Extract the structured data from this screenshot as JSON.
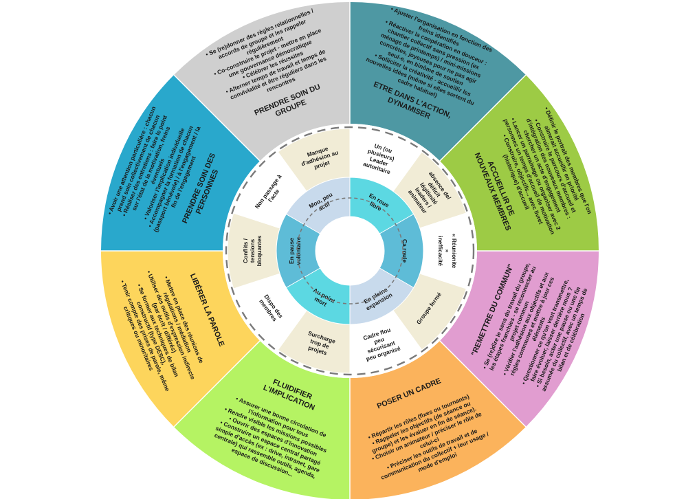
{
  "sectors": [
    {
      "title": "ETRE DANS L'ACTION, DYNAMISER",
      "color": "#4e98a3",
      "items": [
        "Ajuster l'organisation en fonction des freins identifiés",
        "Réactiver la coopération en douceur : chantier collectif sans pression (ex ménage de printemps) / mini-missions concrètes, joyeuses pour ne pas agir seul-e, en binôme de soutien",
        "Solliciter la créativité - accueillir les nouvelles idées (même si elles sortent du cadre habituel)"
      ]
    },
    {
      "title": "ACCUEILLIR DE NOUVEAUX MEMBRES",
      "color": "#9dcb45",
      "items": [
        "Définir le portrait des membres que l'on aimerait accueillir en priorité",
        "Construire le parcours d'accueil et d'intégration des nouveaux membres : chercher un acte d'engagement",
        "Lancer un parrainage ou organiser avec 2 personnes un temps d'accueil de motivation",
        "Construire, objectifs... avec livret (historique) d'accueil"
      ]
    },
    {
      "title": "\"REMETTRE DU COMMUN\"",
      "color": "#e19dd0",
      "items": [
        "Se (re)dire le sens du travail du groupe, les étapes franchies - se reconnecter au projet commun",
        "Vérifier l'adhésion aux objectifs et aux règles communes et mettre à jour ces éléments",
        "Questionner ce qu'on veut transmettre, faire évoluer, laisser derrière nous ?",
        "Si besoin, acter une pause ou une fin assumée du collectif, avec un temps de bilan et de célébration"
      ]
    },
    {
      "title": "POSER UN CADRE",
      "color": "#fbb35c",
      "items": [
        "Répartir les rôles (fixes ou tournants)",
        "Rappeler les objectifs (de séance ou groupe) et les évaluer en fin de séance).",
        "Choisir un animateur / préciser le rôle de celui-ci",
        "Préciser les outils de travail et de communication du collectif + leur usage / mode d'emploi"
      ]
    },
    {
      "title": "FLUIDIFIER L'IMPLICATION",
      "color": "#b5f363",
      "items": [
        "Assurer une bonne circulation de l'information pour tous",
        "Rendre visible les missions possibles",
        "Ouvrir des espaces d'innovation",
        "Construire un espace central partagé simple d'accès (ex : drive, intranet, gare centrale) qui rassemble outils, agenda, espace de discussion..."
      ]
    },
    {
      "title": "LIBÉRER LA PAROLE",
      "color": "#fdd55c",
      "items": [
        "Mettre en place des réunions de régulations / médiation",
        "Utiliser des outils d'expression indirecte (par écrit / différés)",
        "Se former aux techniques de bilan constructif (type DESC),",
        "Tenir compte des prises de parole, même critiques ou minoritaires"
      ]
    },
    {
      "title": "PRENDRE SOIN DES PERSONNES",
      "color": "#29a8cc",
      "items": [
        "Avoir une attention particulière : chacun prend soin collectivement de chacun",
        "Réaliser des entretiens : faire le point sur l'état de la motivation, freins éventuels",
        "Valoriser l'implication individuelle",
        "Accompagner la formation de chacun (passport bénévole) / à l'engagement / la fin de l'engagement"
      ]
    },
    {
      "title": "PRENDRE SOIN DU GROUPE",
      "color": "#cfcfcf",
      "items": [
        "Se (re)donner des règles relationnelles / accords de groupe et les rappeler régulièrement",
        "Co-construire le projet - mettre en place une gouvernance démocratique",
        "Célébrer les réussites",
        "Alterner temps de travail et temps de convivialité et être réguliers dans les rencontres"
      ]
    }
  ],
  "symptoms": [
    "Un (ou plusieurs) Leader autoritaire",
    "absence de/ déficit légitimité leaders / animateur",
    "« Réunionite » inefficacité",
    "Groupe fermé",
    "Cadre flou peu sécurisant peu organisé",
    "Surcharge trop de projets",
    "Dispo des membres",
    "Conflits / tensions bloquantes",
    "Non passage à l'acte",
    "Manque d'adhésion au projet"
  ],
  "states": [
    "En roue libre",
    "Ça roule",
    "En pleine expansion",
    "Au point mort",
    "En pause volontaire",
    "Mou, peu actif"
  ],
  "colors": {
    "outer_ring": "#ffffff",
    "symptom_light": "#f1ecd6",
    "symptom_white": "#ffffff",
    "state_cyan": "#5cd8e2",
    "state_blue": "#5ebcd7",
    "state_pale": "#c8daec",
    "dashed": "#7a7a7a"
  }
}
